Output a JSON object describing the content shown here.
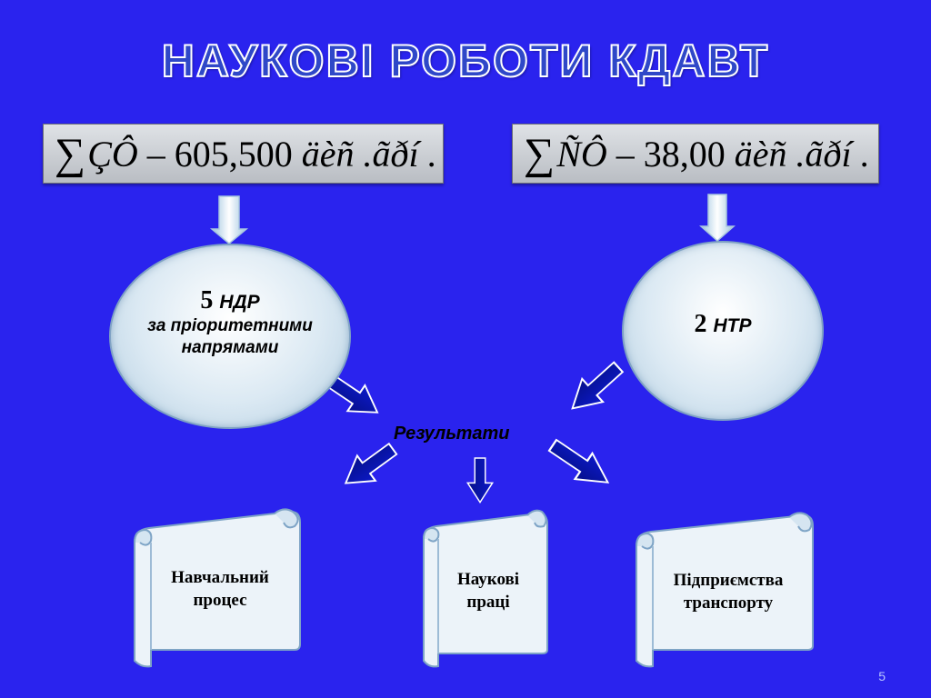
{
  "slide": {
    "title": "НАУКОВІ РОБОТИ КДАВТ",
    "page_number": "5"
  },
  "formulas": {
    "left": {
      "sigma": "∑",
      "symbol": "ÇÔ",
      "value": "605,500",
      "unit": "äèñ .ãðí ."
    },
    "right": {
      "sigma": "∑",
      "symbol": "ÑÔ",
      "value": "38,00",
      "unit": "äèñ .ãðí ."
    }
  },
  "circles": {
    "left": {
      "count": "5",
      "abbr": "НДР",
      "line1": "за пріоритетними",
      "line2": "напрямами"
    },
    "right": {
      "count": "2",
      "abbr": "НТР"
    }
  },
  "results_label": "Результати",
  "scrolls": [
    {
      "line1": "Навчальний",
      "line2": "процес"
    },
    {
      "line1": "Наукові",
      "line2": "праці"
    },
    {
      "line1": "Підприємства",
      "line2": "транспорту"
    }
  ]
}
